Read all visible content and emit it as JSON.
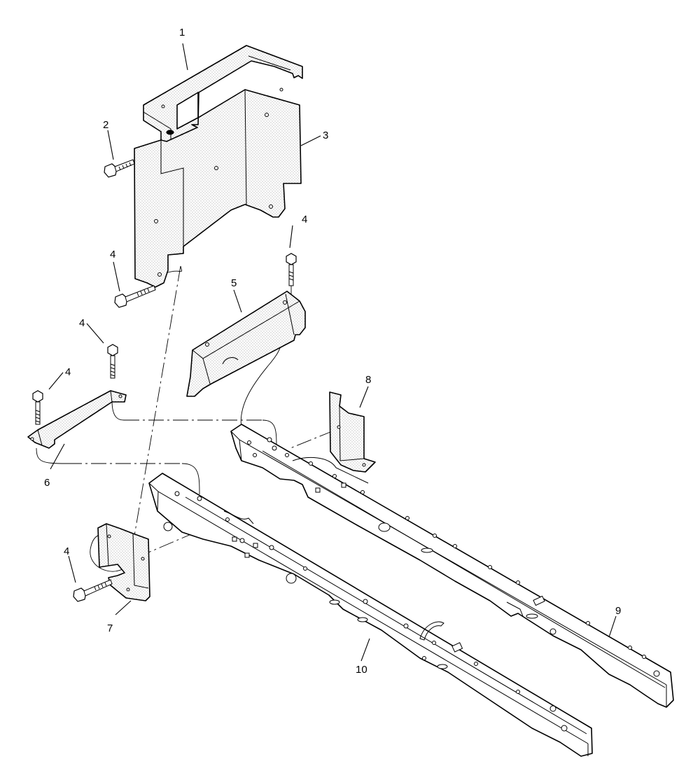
{
  "callouts": [
    {
      "id": "1",
      "text": "1"
    },
    {
      "id": "2",
      "text": "2"
    },
    {
      "id": "3",
      "text": "3"
    },
    {
      "id": "4a",
      "text": "4"
    },
    {
      "id": "4b",
      "text": "4"
    },
    {
      "id": "4c",
      "text": "4"
    },
    {
      "id": "4d",
      "text": "4"
    },
    {
      "id": "4e",
      "text": "4"
    },
    {
      "id": "5",
      "text": "5"
    },
    {
      "id": "6",
      "text": "6"
    },
    {
      "id": "7",
      "text": "7"
    },
    {
      "id": "8",
      "text": "8"
    },
    {
      "id": "9",
      "text": "9"
    },
    {
      "id": "10",
      "text": "10"
    }
  ],
  "colors": {
    "line": "#000000",
    "background": "#ffffff",
    "stipple": "#9a9a9a"
  }
}
